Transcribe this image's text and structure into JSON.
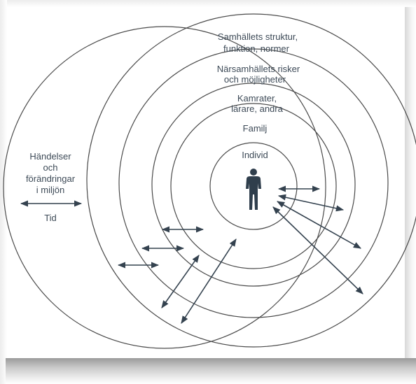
{
  "figure": {
    "outer_label_lines": [
      "Händelser",
      "och",
      "förändringar",
      "i miljön"
    ],
    "time_label": "Tid",
    "rings": [
      {
        "line1": "Samhällets struktur,",
        "line2": "funktion, normer"
      },
      {
        "line1": "Närsamhällets risker",
        "line2": "och möjligheter"
      },
      {
        "line1": "Kamrater,",
        "line2": "lärare, andra"
      },
      {
        "line1": "Familj",
        "line2": ""
      },
      {
        "line1": "Individ",
        "line2": ""
      }
    ],
    "colors": {
      "line": "#4a4a4a",
      "text": "#3d4a57",
      "figure": "#2f3e4c",
      "arrow": "#34424f"
    },
    "icons": [
      "person-icon",
      "double-arrow-icon"
    ]
  }
}
